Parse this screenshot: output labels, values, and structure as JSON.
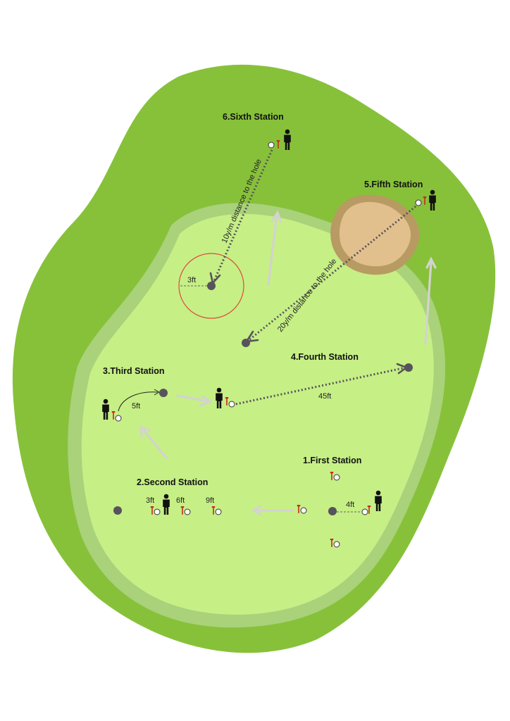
{
  "colors": {
    "rough": "#87c13a",
    "fringe": "#a9d27a",
    "green": "#c6ef86",
    "bunker": "#e2c08e",
    "bunker_edge": "#b89a63",
    "hole": "#57535a",
    "path": "#57535a",
    "circle": "#e0463a",
    "arrow": "#d3d3cf",
    "tee": "#c62a1c",
    "person": "#111111"
  },
  "stations": {
    "first": "1.First Station",
    "second": "2.Second Station",
    "third": "3.Third Station",
    "fourth": "4.Fourth Station",
    "fifth": "5.Fifth Station",
    "sixth": "6.Sixth Station"
  },
  "distances": {
    "first": "4ft",
    "second_a": "3ft",
    "second_b": "6ft",
    "second_c": "9ft",
    "third": "5ft",
    "fourth": "45ft",
    "fifth": "20y/m distance to the hole",
    "sixth_circle": "3ft",
    "sixth": "10y/m distance to the hole"
  },
  "icons": {
    "person": "golfer-icon",
    "tee": "tee-with-ball-icon",
    "hole": "hole-icon"
  }
}
